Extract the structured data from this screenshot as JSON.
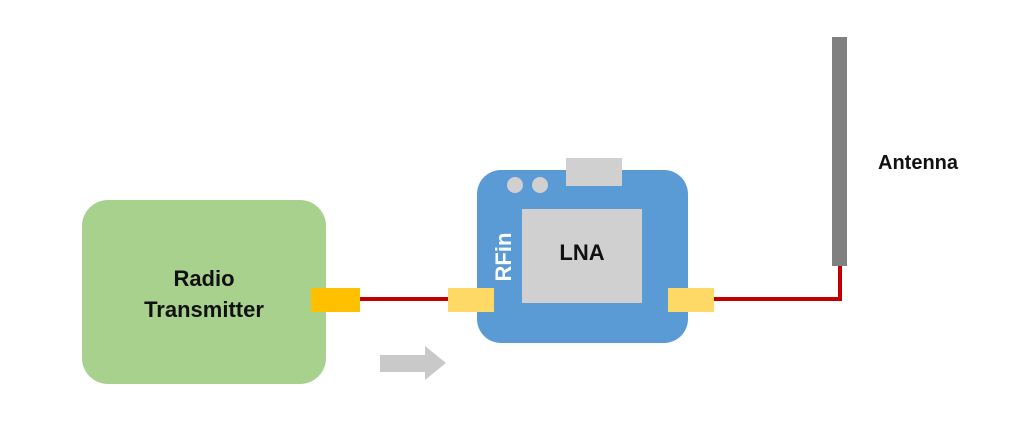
{
  "transmitter": {
    "line1": "Radio",
    "line2": "Transmitter"
  },
  "lna": {
    "chip_label": "LNA",
    "input_label": "RFin"
  },
  "antenna": {
    "label": "Antenna"
  },
  "colors": {
    "transmitter": "#a9d18e",
    "board": "#5b9bd5",
    "chip": "#d0d0d0",
    "cable": "#c00000",
    "connector_tx": "#ffc000",
    "connector_lna": "#ffd966",
    "antenna_rod": "#808080",
    "arrow": "#c9c9c9"
  },
  "icons": {
    "flow_arrow": "right-arrow-icon"
  }
}
